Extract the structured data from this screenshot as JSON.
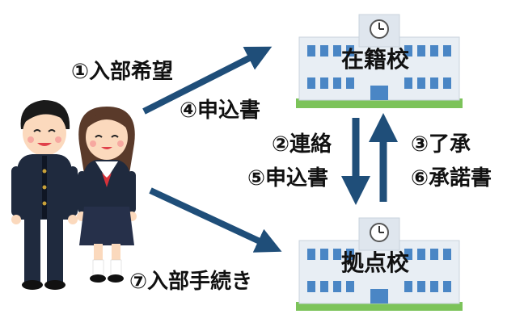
{
  "schools": {
    "current": {
      "name": "在籍校"
    },
    "base": {
      "name": "拠点校"
    }
  },
  "steps": {
    "s1": "①入部希望",
    "s2": "②連絡",
    "s3": "③了承",
    "s4": "④申込書",
    "s5": "⑤申込書",
    "s6": "⑥承諾書",
    "s7": "⑦入部手続き"
  },
  "colors": {
    "arrow": "#1f4e79",
    "building_wall": "#e8eef4",
    "building_window": "#4a86c5",
    "grass": "#7cc35a"
  },
  "icons": {
    "students": "student-boy-girl-illustration",
    "school": "school-building-illustration"
  }
}
